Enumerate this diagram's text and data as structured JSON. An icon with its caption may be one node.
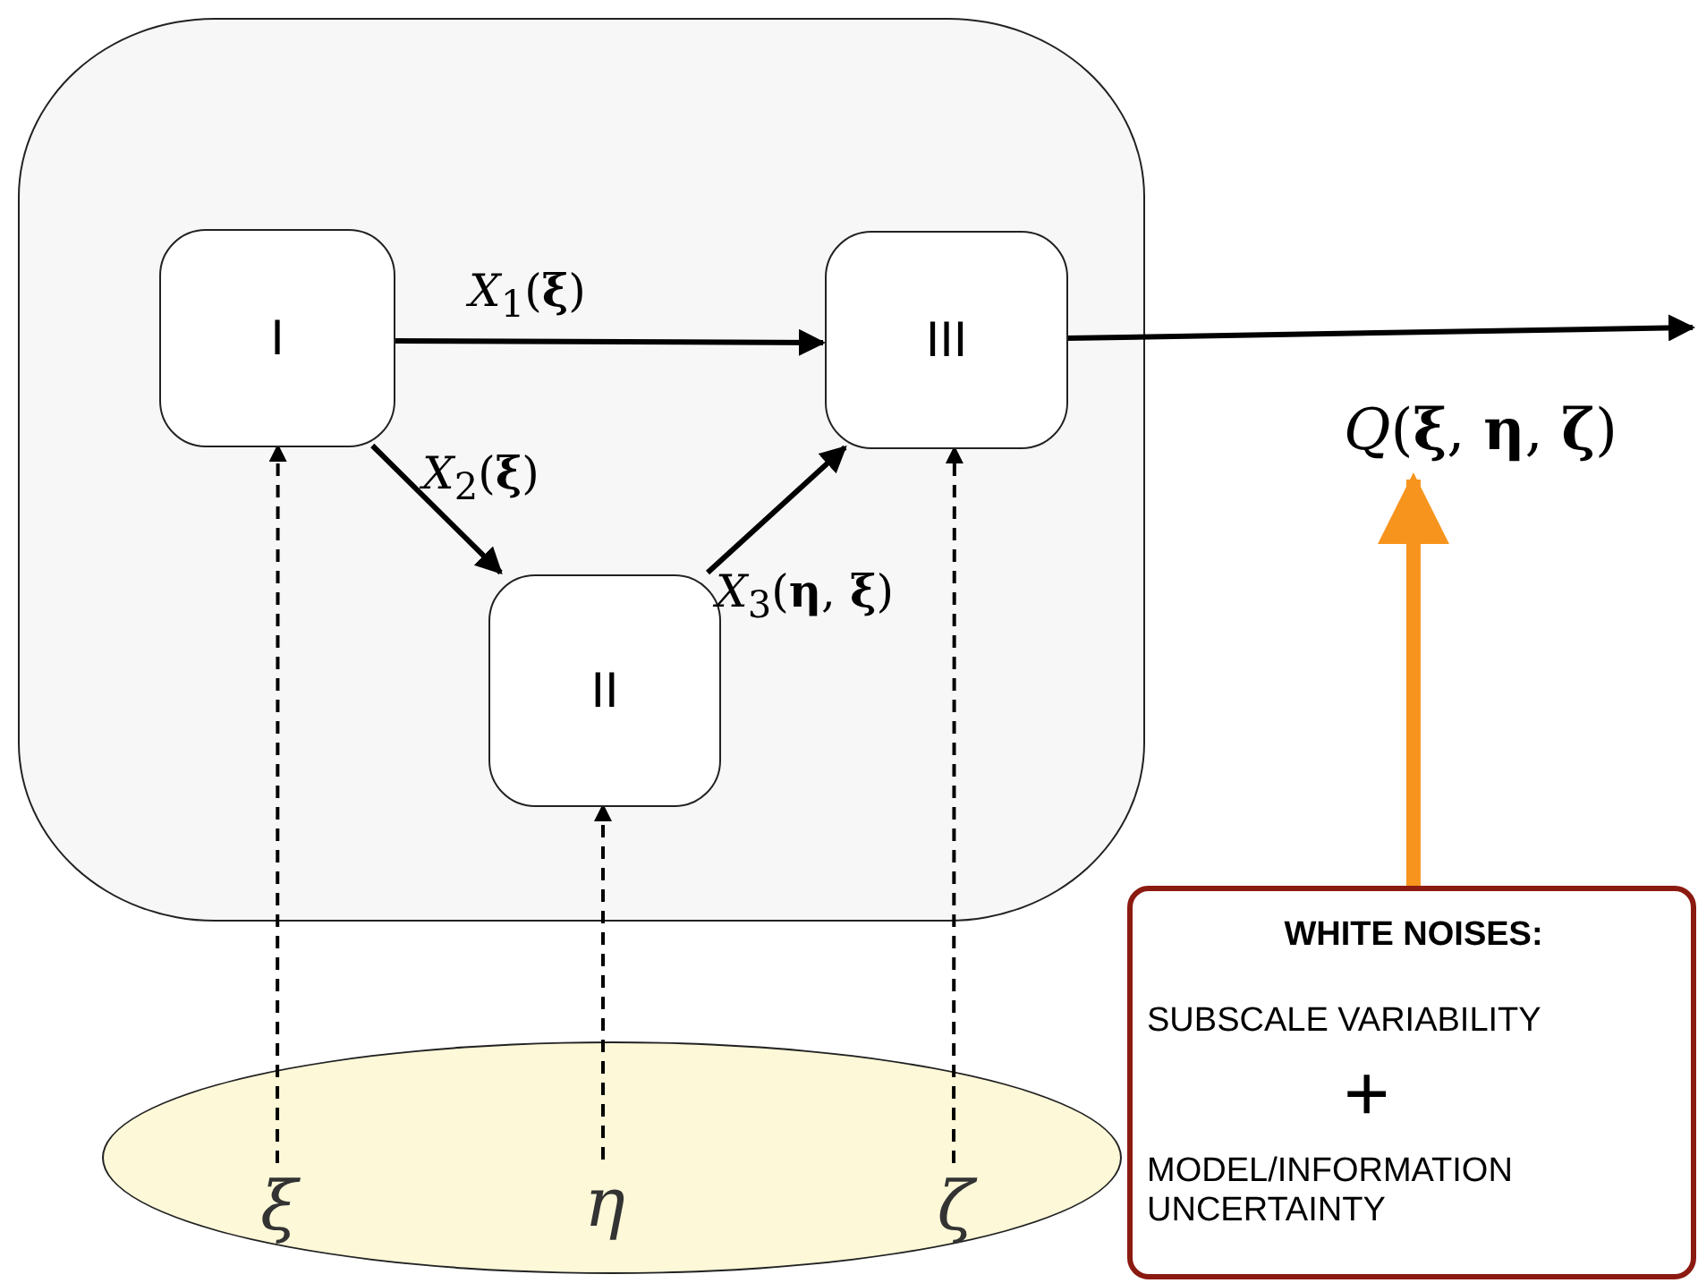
{
  "diagram": {
    "nodes": [
      {
        "text": [],
        "shape": "box"
      },
      {
        "text": [
          "I"
        ],
        "in": 0
      },
      {
        "text": [
          "III"
        ],
        "in": 0
      },
      {
        "text": [
          "II"
        ],
        "in": 0
      },
      {
        "text": [],
        "shape": "ellipse"
      },
      {
        "text": [
          "ξ"
        ],
        "in": 4
      },
      {
        "text": [
          "η"
        ],
        "in": 4
      },
      {
        "text": [
          "ζ"
        ],
        "in": 4
      },
      {
        "text": [
          "*Q*(**ξ**, **η**, **ζ**)"
        ]
      },
      {
        "text": [
          "WHITE NOISES:",
          "SUBSCALE VARIABILITY",
          "+",
          "MODEL/INFORMATION UNCERTAINTY"
        ]
      }
    ],
    "edges": [
      {
        "from": 1,
        "to": 2,
        "arrow": "to",
        "label": "*X*$_{1}$(**ξ**)"
      },
      {
        "from": 1,
        "to": 3,
        "arrow": "to",
        "label": "*X*$_{2}$(**ξ**)"
      },
      {
        "from": 3,
        "to": 2,
        "arrow": "to",
        "label": "*X*$_{3}$(**η**, **ξ**)"
      },
      {
        "from": 2,
        "to": null,
        "arrow": "to"
      },
      {
        "from": 5,
        "to": 1,
        "arrow": "to",
        "style": "dashed"
      },
      {
        "from": 6,
        "to": 3,
        "arrow": "to",
        "style": "dashed"
      },
      {
        "from": 7,
        "to": 2,
        "arrow": "to",
        "style": "dashed"
      },
      {
        "from": 9,
        "to": 8,
        "arrow": "to",
        "style": "thick",
        "color": "#f7941d"
      }
    ]
  }
}
